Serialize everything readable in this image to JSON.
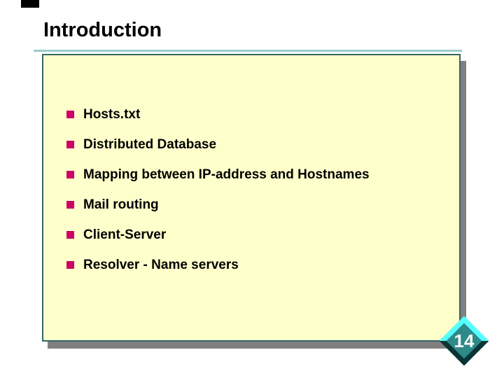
{
  "slide": {
    "title": "Introduction",
    "page_number": "14",
    "bullets": [
      "Hosts.txt",
      "Distributed Database",
      "Mapping between IP-address and Hostnames",
      "Mail routing",
      "Client-Server",
      "Resolver - Name servers"
    ],
    "colors": {
      "background": "#FFFFFF",
      "box_fill": "#FFFFCC",
      "box_border": "#336666",
      "box_shadow": "#808080",
      "title_underline": "#99CCCC",
      "bullet_square": "#CC0066",
      "title_text": "#000000",
      "body_text": "#000000",
      "badge_fill": "#2E8989",
      "badge_bevel_light": "#55FFFF",
      "badge_bevel_dark": "#0A3535",
      "badge_text": "#FFFFFF"
    }
  }
}
